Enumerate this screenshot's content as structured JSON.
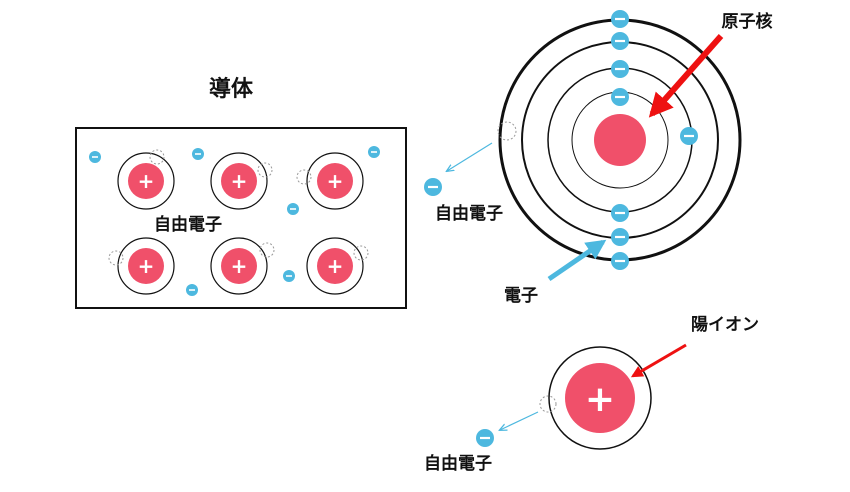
{
  "labels": {
    "conductor_title": "導体",
    "free_electron_inside": "自由電子",
    "free_electron_atom": "自由電子",
    "nucleus": "原子核",
    "electron": "電子",
    "positive_ion": "陽イオン",
    "free_electron_ion": "自由電子"
  },
  "symbols": {
    "plus": "+",
    "minus": "−"
  },
  "colors": {
    "ion": "#f0506a",
    "electron": "#4db8df",
    "arrow_red": "#ee1111",
    "arrow_blue": "#4db8df",
    "outline": "#111111"
  }
}
